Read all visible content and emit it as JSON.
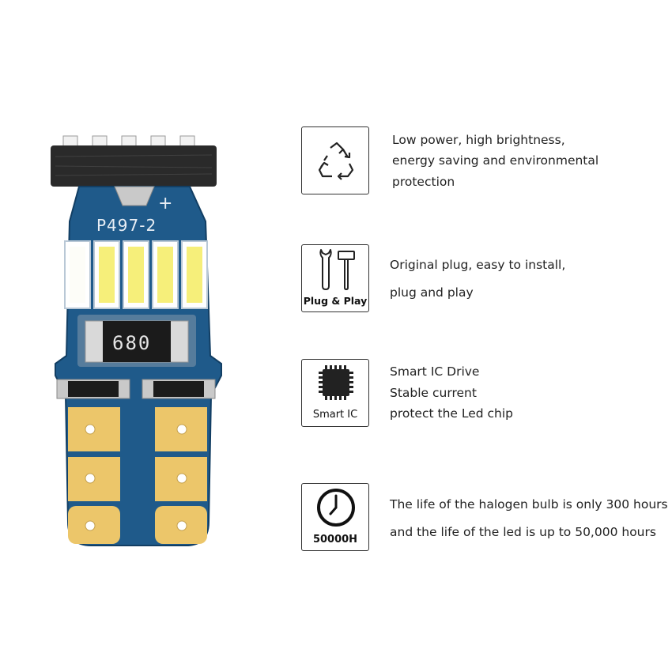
{
  "product": {
    "board_text": "P497-2",
    "polarity_mark": "+",
    "resistor_code": "680"
  },
  "features": [
    {
      "icon": "recycle-icon",
      "icon_label": "",
      "lines": [
        "Low power, high brightness,",
        "energy saving and environmental",
        "protection"
      ]
    },
    {
      "icon": "tools-icon",
      "icon_label": "Plug & Play",
      "lines": [
        "Original plug, easy to install,",
        "plug and play"
      ]
    },
    {
      "icon": "chip-icon",
      "icon_label": "Smart IC",
      "lines": [
        "Smart IC Drive",
        "Stable current",
        "protect the Led chip"
      ]
    },
    {
      "icon": "clock-icon",
      "icon_label": "50000H",
      "lines": [
        "The life of the halogen bulb is only 300 hours",
        "and the life of the led is up to 50,000 hours"
      ]
    }
  ],
  "colors": {
    "pcb_blue": "#1f5a8a",
    "pcb_dark": "#123e63",
    "gold_pad": "#ecc66a",
    "led_yellow": "#f6ef7a",
    "base_black": "#2a2a2a"
  }
}
